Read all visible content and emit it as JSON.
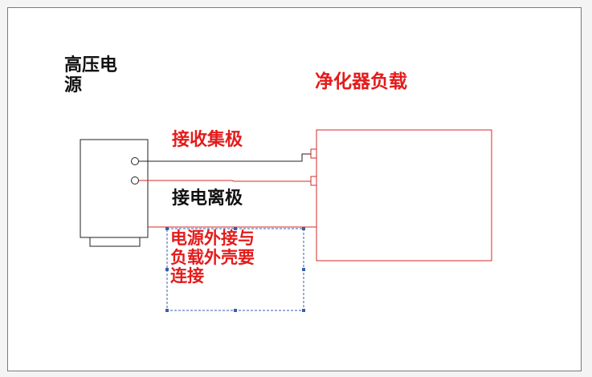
{
  "diagram": {
    "hv_source_label": "高压电\n源",
    "load_label": "净化器负载",
    "collector_label": "接收集极",
    "ionizer_label": "接电离极",
    "note_label": "电源外接与\n负载外壳要\n连接"
  },
  "colors": {
    "wire_red": "#d42a2a",
    "wire_black": "#222222",
    "label_red": "#e41b1b",
    "label_black": "#111111",
    "note_border": "#3a5fa8"
  }
}
